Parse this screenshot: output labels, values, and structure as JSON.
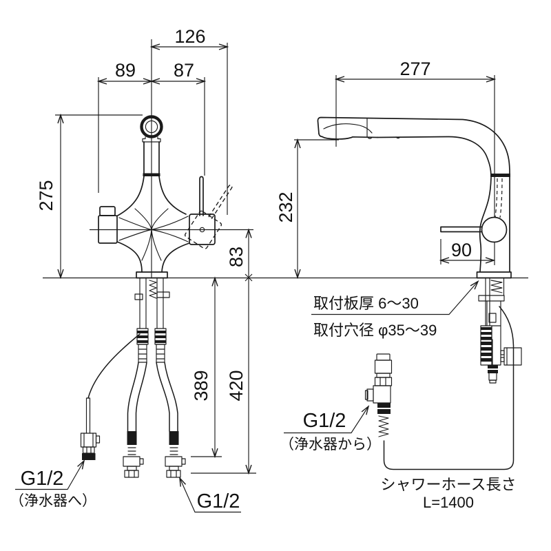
{
  "page": {
    "background": "#ffffff",
    "line_color": "#1a1a1a",
    "type": "faucet installation dimension drawing"
  },
  "front_view": {
    "dims": {
      "width_total": "126",
      "width_left": "89",
      "width_right": "87",
      "height_above_counter": "275",
      "handle_center_to_counter": "83",
      "hose_drop_short": "389",
      "hose_drop_total": "420"
    }
  },
  "side_view": {
    "dims": {
      "spout_reach": "277",
      "spout_height": "232",
      "lever_length": "90"
    }
  },
  "annotations": {
    "mount_thickness": "取付板厚 6〜30",
    "mount_hole_dia": "取付穴径 φ35〜39",
    "g_half_left": "G1/2",
    "g_half_left_note": "（浄水器へ）",
    "g_half_center": "G1/2",
    "g_half_center_note": "（浄水器から）",
    "g_half_right": "G1/2",
    "hose_length_line1": "シャワーホース長さ",
    "hose_length_line2": "L=1400"
  }
}
